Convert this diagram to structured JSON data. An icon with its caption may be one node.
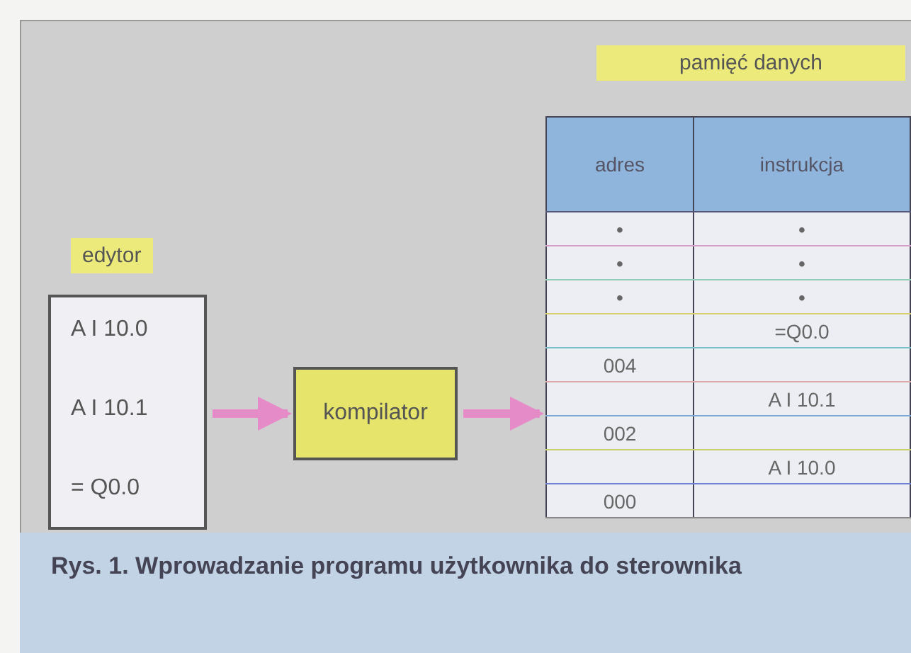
{
  "diagram": {
    "caption": "Rys. 1. Wprowadzanie programu użytkownika do sterownika",
    "nodes": [
      {
        "text": [
          "edytor",
          "A I 10.0",
          "A I 10.1",
          "= Q0.0"
        ]
      },
      {
        "text": [
          "kompilator"
        ]
      },
      {
        "text": [
          "pamięć danych"
        ]
      }
    ],
    "edges": [
      {
        "from": 0,
        "to": 1,
        "arrow": "to"
      },
      {
        "from": 1,
        "to": 2,
        "arrow": "to"
      }
    ],
    "labels": [
      "adres",
      "instrukcja",
      "•",
      "•",
      "•",
      "•",
      "•",
      "•",
      "=Q0.0",
      "004",
      "A I 10.1",
      "002",
      "A I 10.0",
      "000"
    ]
  }
}
